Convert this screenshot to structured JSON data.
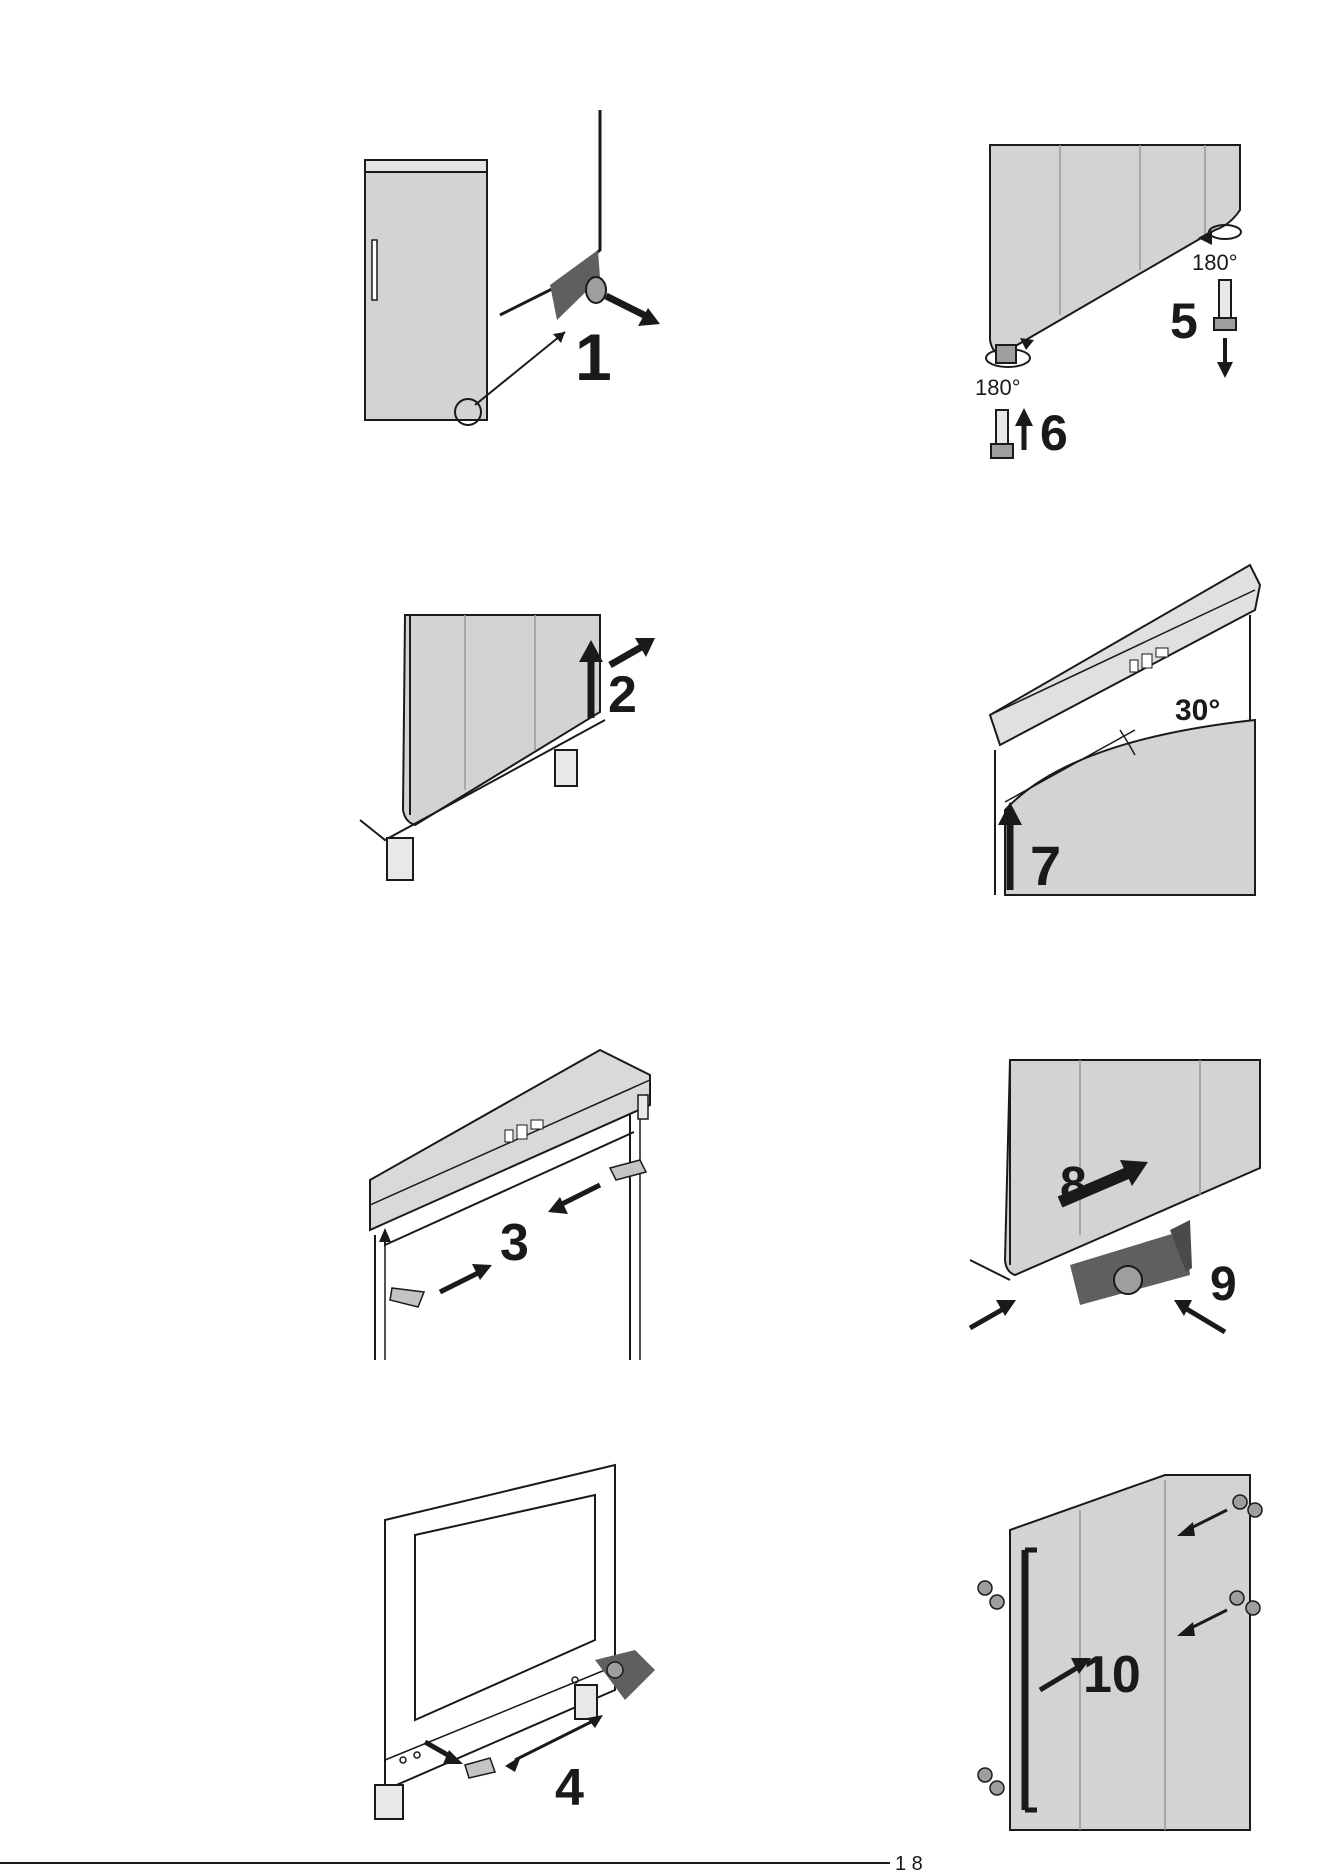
{
  "steps": {
    "s1": {
      "label": "1"
    },
    "s2": {
      "label": "2"
    },
    "s3": {
      "label": "3"
    },
    "s4": {
      "label": "4"
    },
    "s5": {
      "label": "5"
    },
    "s6": {
      "label": "6"
    },
    "s7": {
      "label": "7"
    },
    "s8": {
      "label": "8"
    },
    "s9": {
      "label": "9"
    },
    "s10": {
      "label": "10"
    }
  },
  "angles": {
    "a5": "180°",
    "a6": "180°",
    "a7": "30°"
  },
  "footer": {
    "page_mark": "1 8"
  }
}
